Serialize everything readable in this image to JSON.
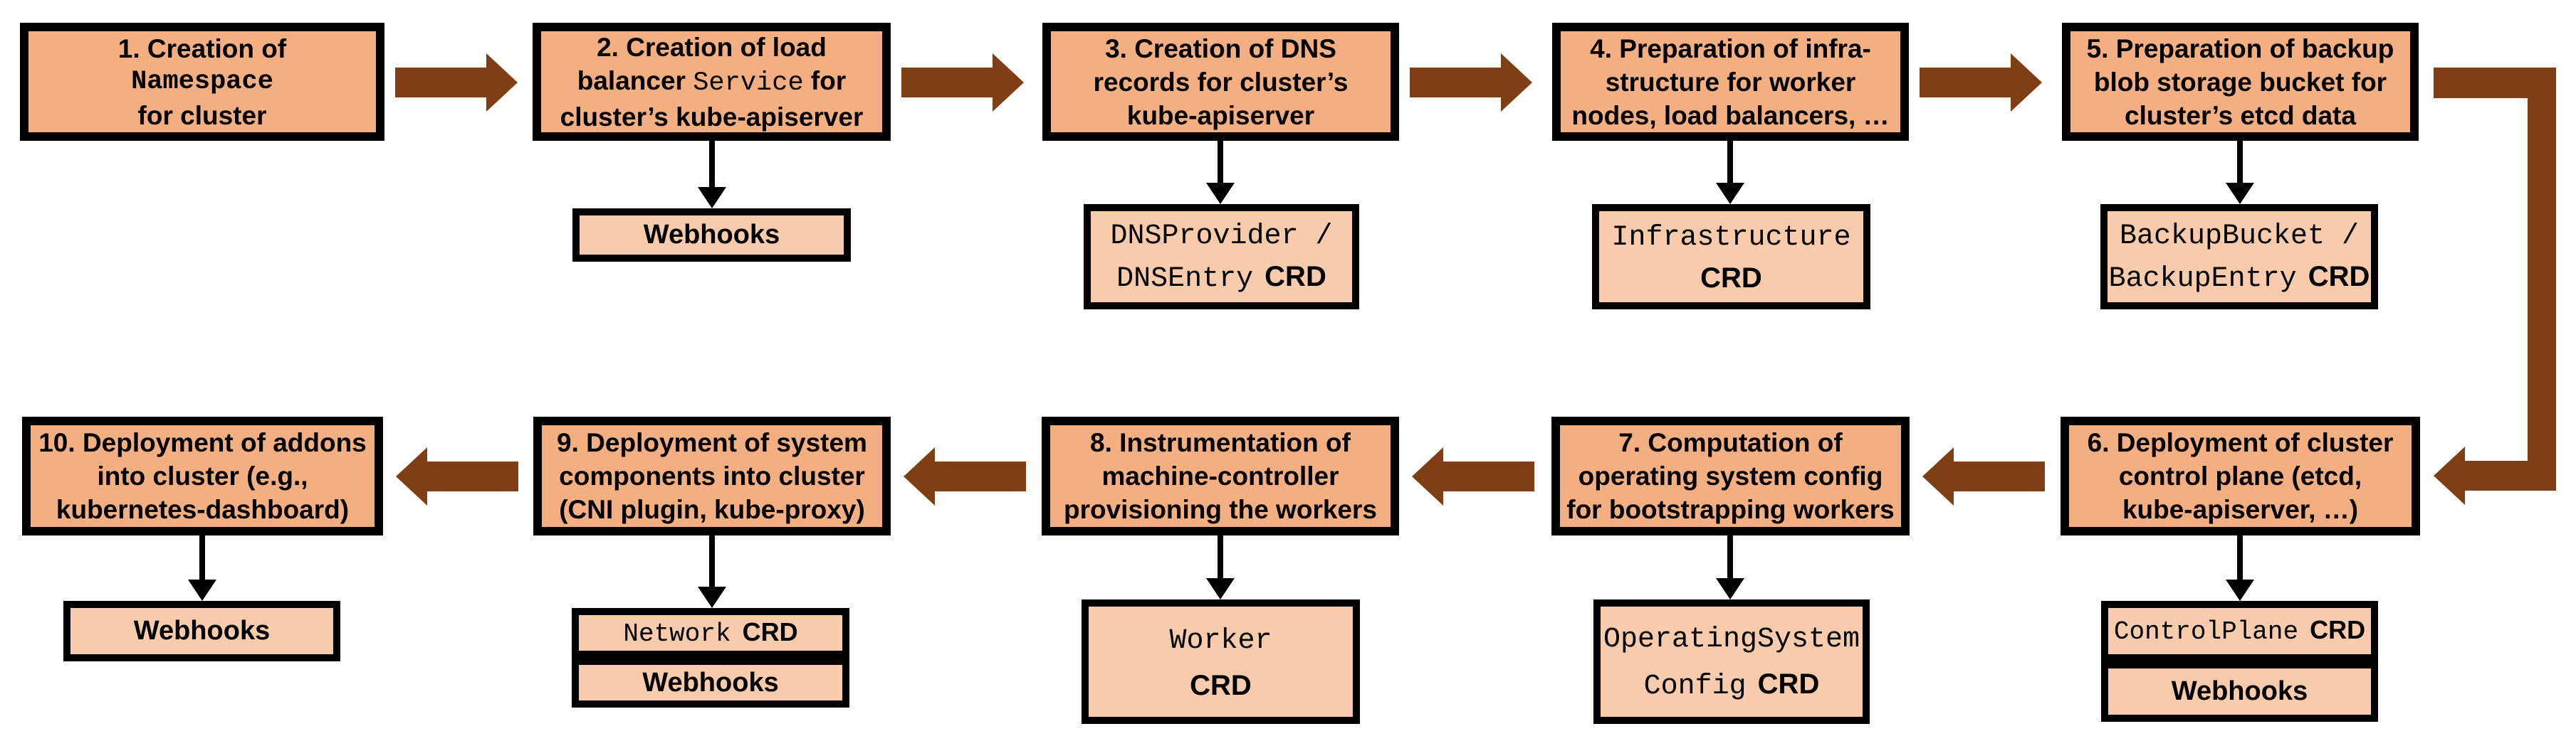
{
  "colors": {
    "main_box_fill": "#F3AF81",
    "sub_box_fill": "#F8CBAD",
    "arrow_brown": "#803E14",
    "border_black": "#000000",
    "background": "#FFFFFF"
  },
  "steps": [
    {
      "line1": "1. Creation of",
      "line2_mono": "Namespace",
      "line3": "for cluster"
    },
    {
      "line1": "2. Creation of load",
      "line2_pre": "balancer ",
      "line2_mono": "Service",
      "line2_post": " for",
      "line3": "cluster’s kube-apiserver"
    },
    {
      "line1": "3. Creation of DNS",
      "line2": "records for cluster’s",
      "line3": "kube-apiserver"
    },
    {
      "line1": "4. Preparation of infra-",
      "line2": "structure for worker",
      "line3": "nodes, load balancers, …"
    },
    {
      "line1": "5. Preparation of backup",
      "line2": "blob storage bucket for",
      "line3": "cluster’s etcd data"
    },
    {
      "line1": "6. Deployment of cluster",
      "line2": "control plane (etcd,",
      "line3": "kube-apiserver, …)"
    },
    {
      "line1": "7. Computation of",
      "line2": "operating system config",
      "line3": "for bootstrapping workers"
    },
    {
      "line1": "8. Instrumentation of",
      "line2": "machine-controller",
      "line3": "provisioning the workers"
    },
    {
      "line1": "9. Deployment of system",
      "line2": "components into cluster",
      "line3": "(CNI plugin, kube-proxy)"
    },
    {
      "line1": "10. Deployment of addons",
      "line2": "into cluster (e.g.,",
      "line3": "kubernetes-dashboard)"
    }
  ],
  "subs": {
    "s2": {
      "webhooks": "Webhooks"
    },
    "s3": {
      "mono1": "DNSProvider /",
      "mono2": "DNSEntry",
      "crd": "CRD"
    },
    "s4": {
      "mono1": "Infrastructure",
      "crd": "CRD"
    },
    "s5": {
      "mono1": "BackupBucket /",
      "mono2": "BackupEntry",
      "crd": "CRD"
    },
    "s6": {
      "crd_mono": "ControlPlane",
      "crd": "CRD",
      "webhooks": "Webhooks"
    },
    "s7": {
      "mono1": "OperatingSystem",
      "mono2": "Config",
      "crd": "CRD"
    },
    "s8": {
      "mono1": "Worker",
      "crd": "CRD"
    },
    "s9": {
      "crd_mono": "Network",
      "crd": "CRD",
      "webhooks": "Webhooks"
    },
    "s10": {
      "webhooks": "Webhooks"
    }
  }
}
